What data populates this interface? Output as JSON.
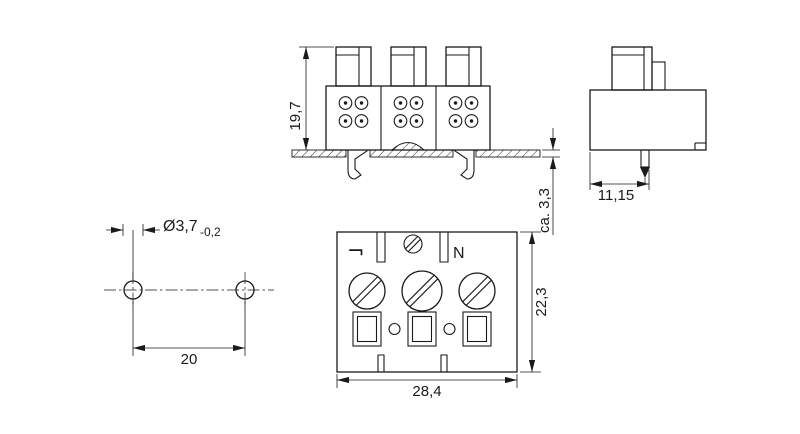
{
  "colors": {
    "line": "#1a1a1a",
    "background": "#ffffff"
  },
  "views": {
    "front": {
      "height": "19,7",
      "panel_thickness": "ca. 3,3"
    },
    "side": {
      "depth": "11,15"
    },
    "mounting_holes": {
      "diameter": "Ø3,7",
      "tolerance": "-0,2",
      "spacing": "20"
    },
    "top": {
      "width": "28,4",
      "height": "22,3",
      "neutral_marking": "N",
      "line_marking": "¬"
    }
  }
}
